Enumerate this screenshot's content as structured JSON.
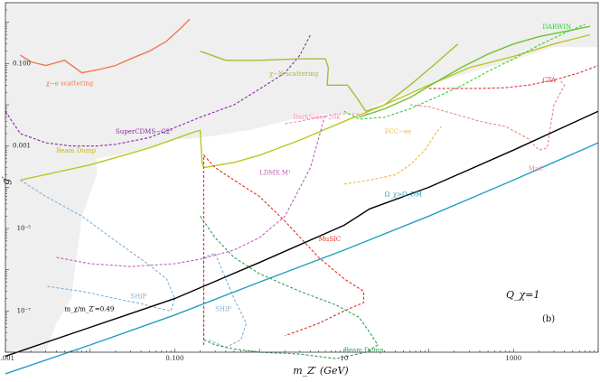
{
  "chart_data": {
    "type": "line",
    "title": "",
    "xlabel": "m_Z′ (GeV)",
    "ylabel": "g′",
    "x_scale": "log",
    "y_scale": "log",
    "xlim": [
      0.001,
      10000
    ],
    "ylim": [
      1e-08,
      3
    ],
    "x_ticks": [
      {
        "value": 0.001,
        "label": "0.001"
      },
      {
        "value": 0.1,
        "label": "0.100"
      },
      {
        "value": 10,
        "label": "10"
      },
      {
        "value": 1000,
        "label": "1000"
      }
    ],
    "y_ticks": [
      {
        "value": 0.1,
        "label": "0.100"
      },
      {
        "value": 0.001,
        "label": "0.001"
      },
      {
        "value": 1e-05,
        "label": "10⁻⁵"
      },
      {
        "value": 1e-07,
        "label": "10⁻⁷"
      }
    ],
    "grid": false,
    "panel_label": "(b)",
    "charge_label": "Q_χ=1",
    "excluded_region_color": "#efefef",
    "series": [
      {
        "name": "χ-e scattering",
        "color": "#f07850",
        "style": "solid",
        "x": [
          0.0015,
          0.002,
          0.003,
          0.005,
          0.008,
          0.012,
          0.02,
          0.03,
          0.05,
          0.08,
          0.12,
          0.15
        ],
        "y": [
          0.16,
          0.11,
          0.09,
          0.12,
          0.06,
          0.07,
          0.09,
          0.13,
          0.2,
          0.35,
          0.75,
          1.2
        ]
      },
      {
        "name": "SuperCDMS-G2⁺",
        "color": "#8a2aa0",
        "style": "dashed",
        "x": [
          0.001,
          0.0015,
          0.003,
          0.006,
          0.012,
          0.02,
          0.05,
          0.1,
          0.2,
          0.5,
          1,
          2,
          3,
          4
        ],
        "y": [
          0.007,
          0.002,
          0.0012,
          0.001,
          0.001,
          0.0011,
          0.0016,
          0.0028,
          0.005,
          0.01,
          0.024,
          0.06,
          0.16,
          0.5
        ]
      },
      {
        "name": "χ-N scattering",
        "color": "#a0c030",
        "style": "solid",
        "x": [
          0.2,
          0.4,
          1,
          3,
          6,
          6.5,
          6.3,
          11,
          14,
          18,
          30,
          60,
          120,
          220
        ],
        "y": [
          0.2,
          0.12,
          0.12,
          0.13,
          0.13,
          0.08,
          0.03,
          0.03,
          0.015,
          0.007,
          0.01,
          0.03,
          0.1,
          0.3
        ]
      },
      {
        "name": "Beam Dump",
        "color": "#b8c820",
        "style": "solid",
        "x": [
          0.0015,
          0.01,
          0.05,
          0.17,
          0.2,
          0.21,
          0.22,
          0.5,
          1,
          3,
          10,
          30,
          100,
          300,
          1000,
          3000,
          8000
        ],
        "y": [
          0.00015,
          0.00035,
          0.0009,
          0.0022,
          0.0024,
          0.0004,
          0.0003,
          0.0004,
          0.0006,
          0.0014,
          0.004,
          0.01,
          0.03,
          0.08,
          0.15,
          0.3,
          0.5
        ]
      },
      {
        "name": "DarkSide-20k",
        "color": "#f090b8",
        "style": "dashed",
        "x": [
          2,
          3,
          5,
          8,
          12,
          20
        ],
        "y": [
          0.0035,
          0.004,
          0.005,
          0.006,
          0.006,
          0.006
        ]
      },
      {
        "name": "DARWIN",
        "color": "#70c030",
        "style": "solid",
        "x": [
          15,
          30,
          60,
          120,
          240,
          500,
          1000,
          2000,
          4000,
          8000
        ],
        "y": [
          0.005,
          0.008,
          0.015,
          0.035,
          0.08,
          0.17,
          0.3,
          0.45,
          0.6,
          0.8
        ]
      },
      {
        "name": "DARWIN (dashed)",
        "color": "#30d030",
        "style": "dashed",
        "x": [
          10,
          15,
          30,
          60,
          120,
          250,
          500,
          1000,
          2000,
          4000,
          7000
        ],
        "y": [
          0.007,
          0.0045,
          0.005,
          0.008,
          0.015,
          0.03,
          0.065,
          0.13,
          0.28,
          0.55,
          0.9
        ]
      },
      {
        "name": "CTA",
        "color": "#e03040",
        "style": "dashed",
        "x": [
          100,
          200,
          400,
          800,
          1500,
          3000,
          6000,
          10000
        ],
        "y": [
          0.025,
          0.025,
          0.025,
          0.026,
          0.03,
          0.04,
          0.06,
          0.09
        ]
      },
      {
        "name": "FCC-ee",
        "color": "#f0b840",
        "style": "dashed",
        "x": [
          10,
          20,
          40,
          60,
          90,
          120,
          140
        ],
        "y": [
          0.00012,
          0.00015,
          0.0002,
          0.00035,
          0.0008,
          0.002,
          0.003
        ]
      },
      {
        "name": "MμC",
        "color": "#e88888",
        "style": "dashed",
        "x": [
          60,
          100,
          200,
          400,
          800,
          1500,
          2000,
          2500,
          3000,
          4000,
          3500
        ],
        "y": [
          0.01,
          0.009,
          0.006,
          0.004,
          0.003,
          0.0015,
          0.0008,
          0.0009,
          0.01,
          0.03,
          0.04
        ]
      },
      {
        "name": "LDMX M¹",
        "color": "#c060c0",
        "style": "dashed",
        "x": [
          0.004,
          0.01,
          0.03,
          0.1,
          0.2,
          0.5,
          1,
          2,
          4,
          6
        ],
        "y": [
          2e-06,
          1.4e-06,
          1.2e-06,
          1.4e-06,
          1.8e-06,
          3e-06,
          6e-06,
          2e-05,
          0.0003,
          0.006
        ]
      },
      {
        "name": "SHiP",
        "color": "#80b0d8",
        "style": "dashed",
        "x": [
          0.0015,
          0.003,
          0.008,
          0.02,
          0.05,
          0.08,
          0.1,
          0.09,
          0.06,
          0.04,
          0.02,
          0.008,
          0.003
        ],
        "y": [
          0.00015,
          6e-05,
          2e-05,
          5e-06,
          1.3e-06,
          6e-07,
          2e-07,
          1e-07,
          1.2e-07,
          1.5e-07,
          2e-07,
          3e-07,
          4e-07
        ]
      },
      {
        "name": "SHiP",
        "color": "#80b0d8",
        "style": "dashed",
        "x": [
          0.22,
          0.22,
          0.3,
          0.5,
          0.7,
          0.6,
          0.4,
          0.25
        ],
        "y": [
          2e-08,
          2e-06,
          2.5e-06,
          2e-07,
          5e-08,
          2e-08,
          1.3e-08,
          2e-08
        ]
      },
      {
        "name": "MuSIC",
        "color": "#e03020",
        "style": "dashed",
        "x": [
          0.22,
          0.22,
          0.3,
          0.5,
          1,
          2,
          5,
          10,
          17,
          17,
          10,
          5,
          2
        ],
        "y": [
          1.5e-08,
          0.0006,
          0.0003,
          0.00015,
          6e-05,
          1.5e-05,
          2e-06,
          6e-07,
          3e-07,
          1.6e-07,
          1e-07,
          5e-08,
          2.5e-08
        ]
      },
      {
        "name": "Beam Dump",
        "color": "#30a050",
        "style": "dashed",
        "x": [
          0.2,
          0.3,
          0.5,
          1,
          3,
          8,
          15,
          20,
          25,
          18,
          8,
          3,
          1,
          0.5,
          0.3,
          0.22
        ],
        "y": [
          2e-05,
          6e-06,
          2e-06,
          8e-07,
          3e-07,
          1.4e-07,
          7e-08,
          3e-08,
          1.5e-08,
          1e-08,
          7e-09,
          9e-09,
          1e-08,
          1.2e-08,
          1.5e-08,
          2e-08
        ]
      },
      {
        "name": "m_χ/m_Z′=0.49",
        "color": "#000000",
        "style": "solid",
        "x": [
          0.001,
          0.01,
          0.1,
          1,
          10,
          20,
          100,
          1000,
          10000
        ],
        "y": [
          8e-09,
          4e-08,
          2e-07,
          1.5e-06,
          1.2e-05,
          3e-05,
          0.0001,
          0.0008,
          0.007
        ]
      },
      {
        "name": "Ω_χ>Ω_DM",
        "color": "#20a0c0",
        "style": "solid",
        "x": [
          0.001,
          0.01,
          0.1,
          1,
          10,
          100,
          1000,
          10000
        ],
        "y": [
          3e-09,
          1.5e-08,
          8e-08,
          5e-07,
          3e-06,
          2e-05,
          0.00015,
          0.0012
        ]
      }
    ],
    "annotations": [
      {
        "text": "χ−e scattering",
        "x": 0.003,
        "y": 0.03,
        "color": "#f07850"
      },
      {
        "text": "SuperCDMS−G2⁺",
        "x": 0.02,
        "y": 0.002,
        "color": "#8a2aa0"
      },
      {
        "text": "χ−N scattering",
        "x": 1.3,
        "y": 0.05,
        "color": "#a0c030"
      },
      {
        "text": "DarkSide−20k",
        "x": 2.5,
        "y": 0.0045,
        "color": "#f090b8"
      },
      {
        "text": "DARWIN",
        "x": 2200,
        "y": 0.7,
        "color": "#30d030"
      },
      {
        "text": "CTA",
        "x": 2200,
        "y": 0.035,
        "color": "#e03040"
      },
      {
        "text": "Beam Dump",
        "x": 0.004,
        "y": 0.0007,
        "color": "#c8b800"
      },
      {
        "text": "FCC−ee",
        "x": 30,
        "y": 0.002,
        "color": "#f0b840"
      },
      {
        "text": "MμC",
        "x": 1500,
        "y": 0.00025,
        "color": "#e88888"
      },
      {
        "text": "LDMX M¹",
        "x": 1,
        "y": 0.0002,
        "color": "#c060c0"
      },
      {
        "text": "MuSIC",
        "x": 5,
        "y": 5e-06,
        "color": "#e03020"
      },
      {
        "text": "SHiP",
        "x": 0.03,
        "y": 2e-07,
        "color": "#80b0d8"
      },
      {
        "text": "SHiP",
        "x": 0.3,
        "y": 1e-07,
        "color": "#80b0d8"
      },
      {
        "text": "Beam Dump",
        "x": 10,
        "y": 1e-08,
        "color": "#30a050"
      },
      {
        "text": "m_χ/m_Z′=0.49",
        "x": 0.005,
        "y": 1e-07,
        "color": "#000000"
      },
      {
        "text": "Ω_χ>Ω_DM",
        "x": 30,
        "y": 6e-05,
        "color": "#20a0c0"
      }
    ]
  }
}
